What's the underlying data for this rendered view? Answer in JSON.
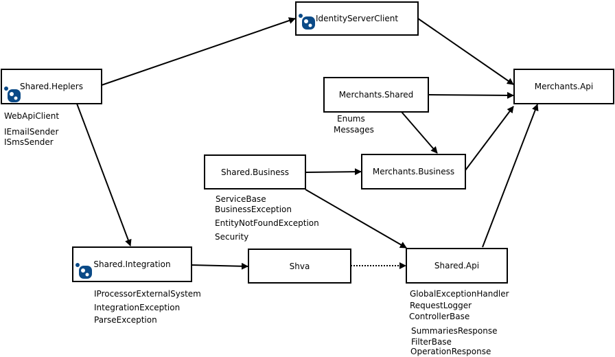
{
  "nodes": {
    "identity": {
      "label": "IdentityServerClient",
      "icon": "package-icon"
    },
    "helpers": {
      "label": "Shared.Heplers",
      "icon": "package-icon"
    },
    "merchants_shared": {
      "label": "Merchants.Shared"
    },
    "merchants_api": {
      "label": "Merchants.Api"
    },
    "shared_business": {
      "label": "Shared.Business"
    },
    "merchants_business": {
      "label": "Merchants.Business"
    },
    "integration": {
      "label": "Shared.Integration",
      "icon": "package-icon"
    },
    "shva": {
      "label": "Shva"
    },
    "shared_api": {
      "label": "Shared.Api"
    }
  },
  "notes": {
    "helpers_1": "WebApiClient",
    "helpers_2": "IEmailSender",
    "helpers_3": "ISmsSender",
    "merchants_shared_1": "Enums",
    "merchants_shared_2": "Messages",
    "business_1": "ServiceBase",
    "business_2": "BusinessException",
    "business_3": "EntityNotFoundException",
    "business_4": "Security",
    "integration_1": "IProcessorExternalSystem",
    "integration_2": "IntegrationException",
    "integration_3": "ParseException",
    "api_1": "GlobalExceptionHandler",
    "api_2": "RequestLogger",
    "api_3": "ControllerBase",
    "api_4": "SummariesResponse",
    "api_5": "FilterBase",
    "api_6": "OperationResponse"
  },
  "colors": {
    "icon": "#0b4a87",
    "line": "#000000"
  },
  "edges": [
    {
      "from": "helpers",
      "to": "identity",
      "style": "solid"
    },
    {
      "from": "identity",
      "to": "merchants_api",
      "style": "solid"
    },
    {
      "from": "merchants_shared",
      "to": "merchants_api",
      "style": "solid"
    },
    {
      "from": "merchants_shared",
      "to": "merchants_business",
      "style": "solid"
    },
    {
      "from": "merchants_business",
      "to": "merchants_api",
      "style": "solid"
    },
    {
      "from": "shared_business",
      "to": "merchants_business",
      "style": "solid"
    },
    {
      "from": "shared_business",
      "to": "shared_api",
      "style": "solid"
    },
    {
      "from": "shared_api",
      "to": "merchants_api",
      "style": "solid"
    },
    {
      "from": "helpers",
      "to": "integration",
      "style": "solid"
    },
    {
      "from": "integration",
      "to": "shva",
      "style": "solid"
    },
    {
      "from": "shva",
      "to": "shared_api",
      "style": "dotted"
    }
  ]
}
